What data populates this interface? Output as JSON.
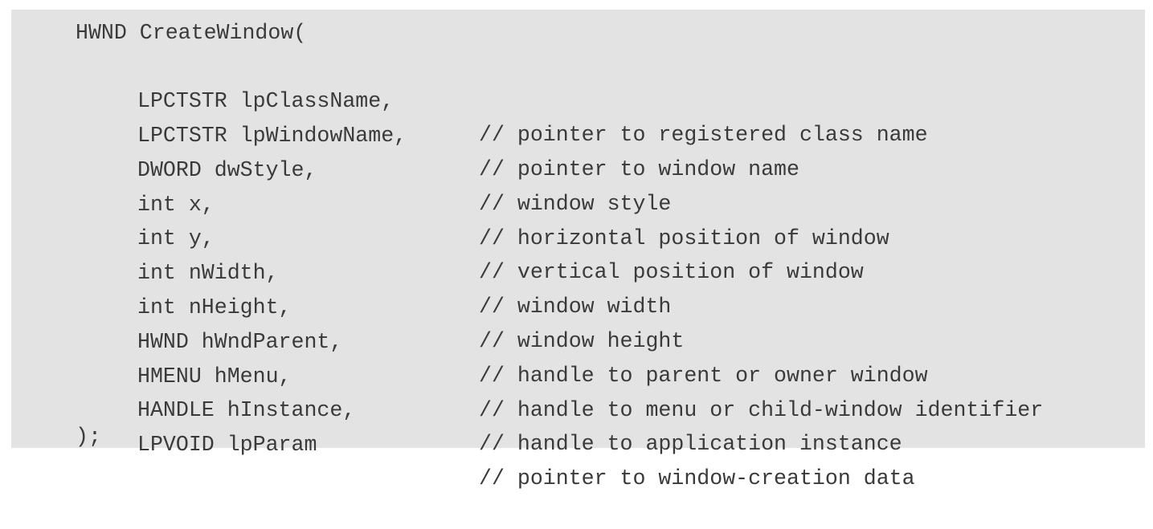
{
  "code": {
    "open_line": "HWND CreateWindow(",
    "params": [
      {
        "decl": "LPCTSTR lpClassName,",
        "comment": "// pointer to registered class name"
      },
      {
        "decl": "LPCTSTR lpWindowName,",
        "comment": "// pointer to window name"
      },
      {
        "decl": "DWORD dwStyle,",
        "comment": "// window style"
      },
      {
        "decl": "int x,",
        "comment": "// horizontal position of window"
      },
      {
        "decl": "int y,",
        "comment": "// vertical position of window"
      },
      {
        "decl": "int nWidth,",
        "comment": "// window width"
      },
      {
        "decl": "int nHeight,",
        "comment": "// window height"
      },
      {
        "decl": "HWND hWndParent,",
        "comment": "// handle to parent or owner window"
      },
      {
        "decl": "HMENU hMenu,",
        "comment": "// handle to menu or child-window identifier"
      },
      {
        "decl": "HANDLE hInstance,",
        "comment": "// handle to application instance"
      },
      {
        "decl": "LPVOID lpParam",
        "comment": "// pointer to window-creation data"
      }
    ],
    "close_line": ");"
  }
}
